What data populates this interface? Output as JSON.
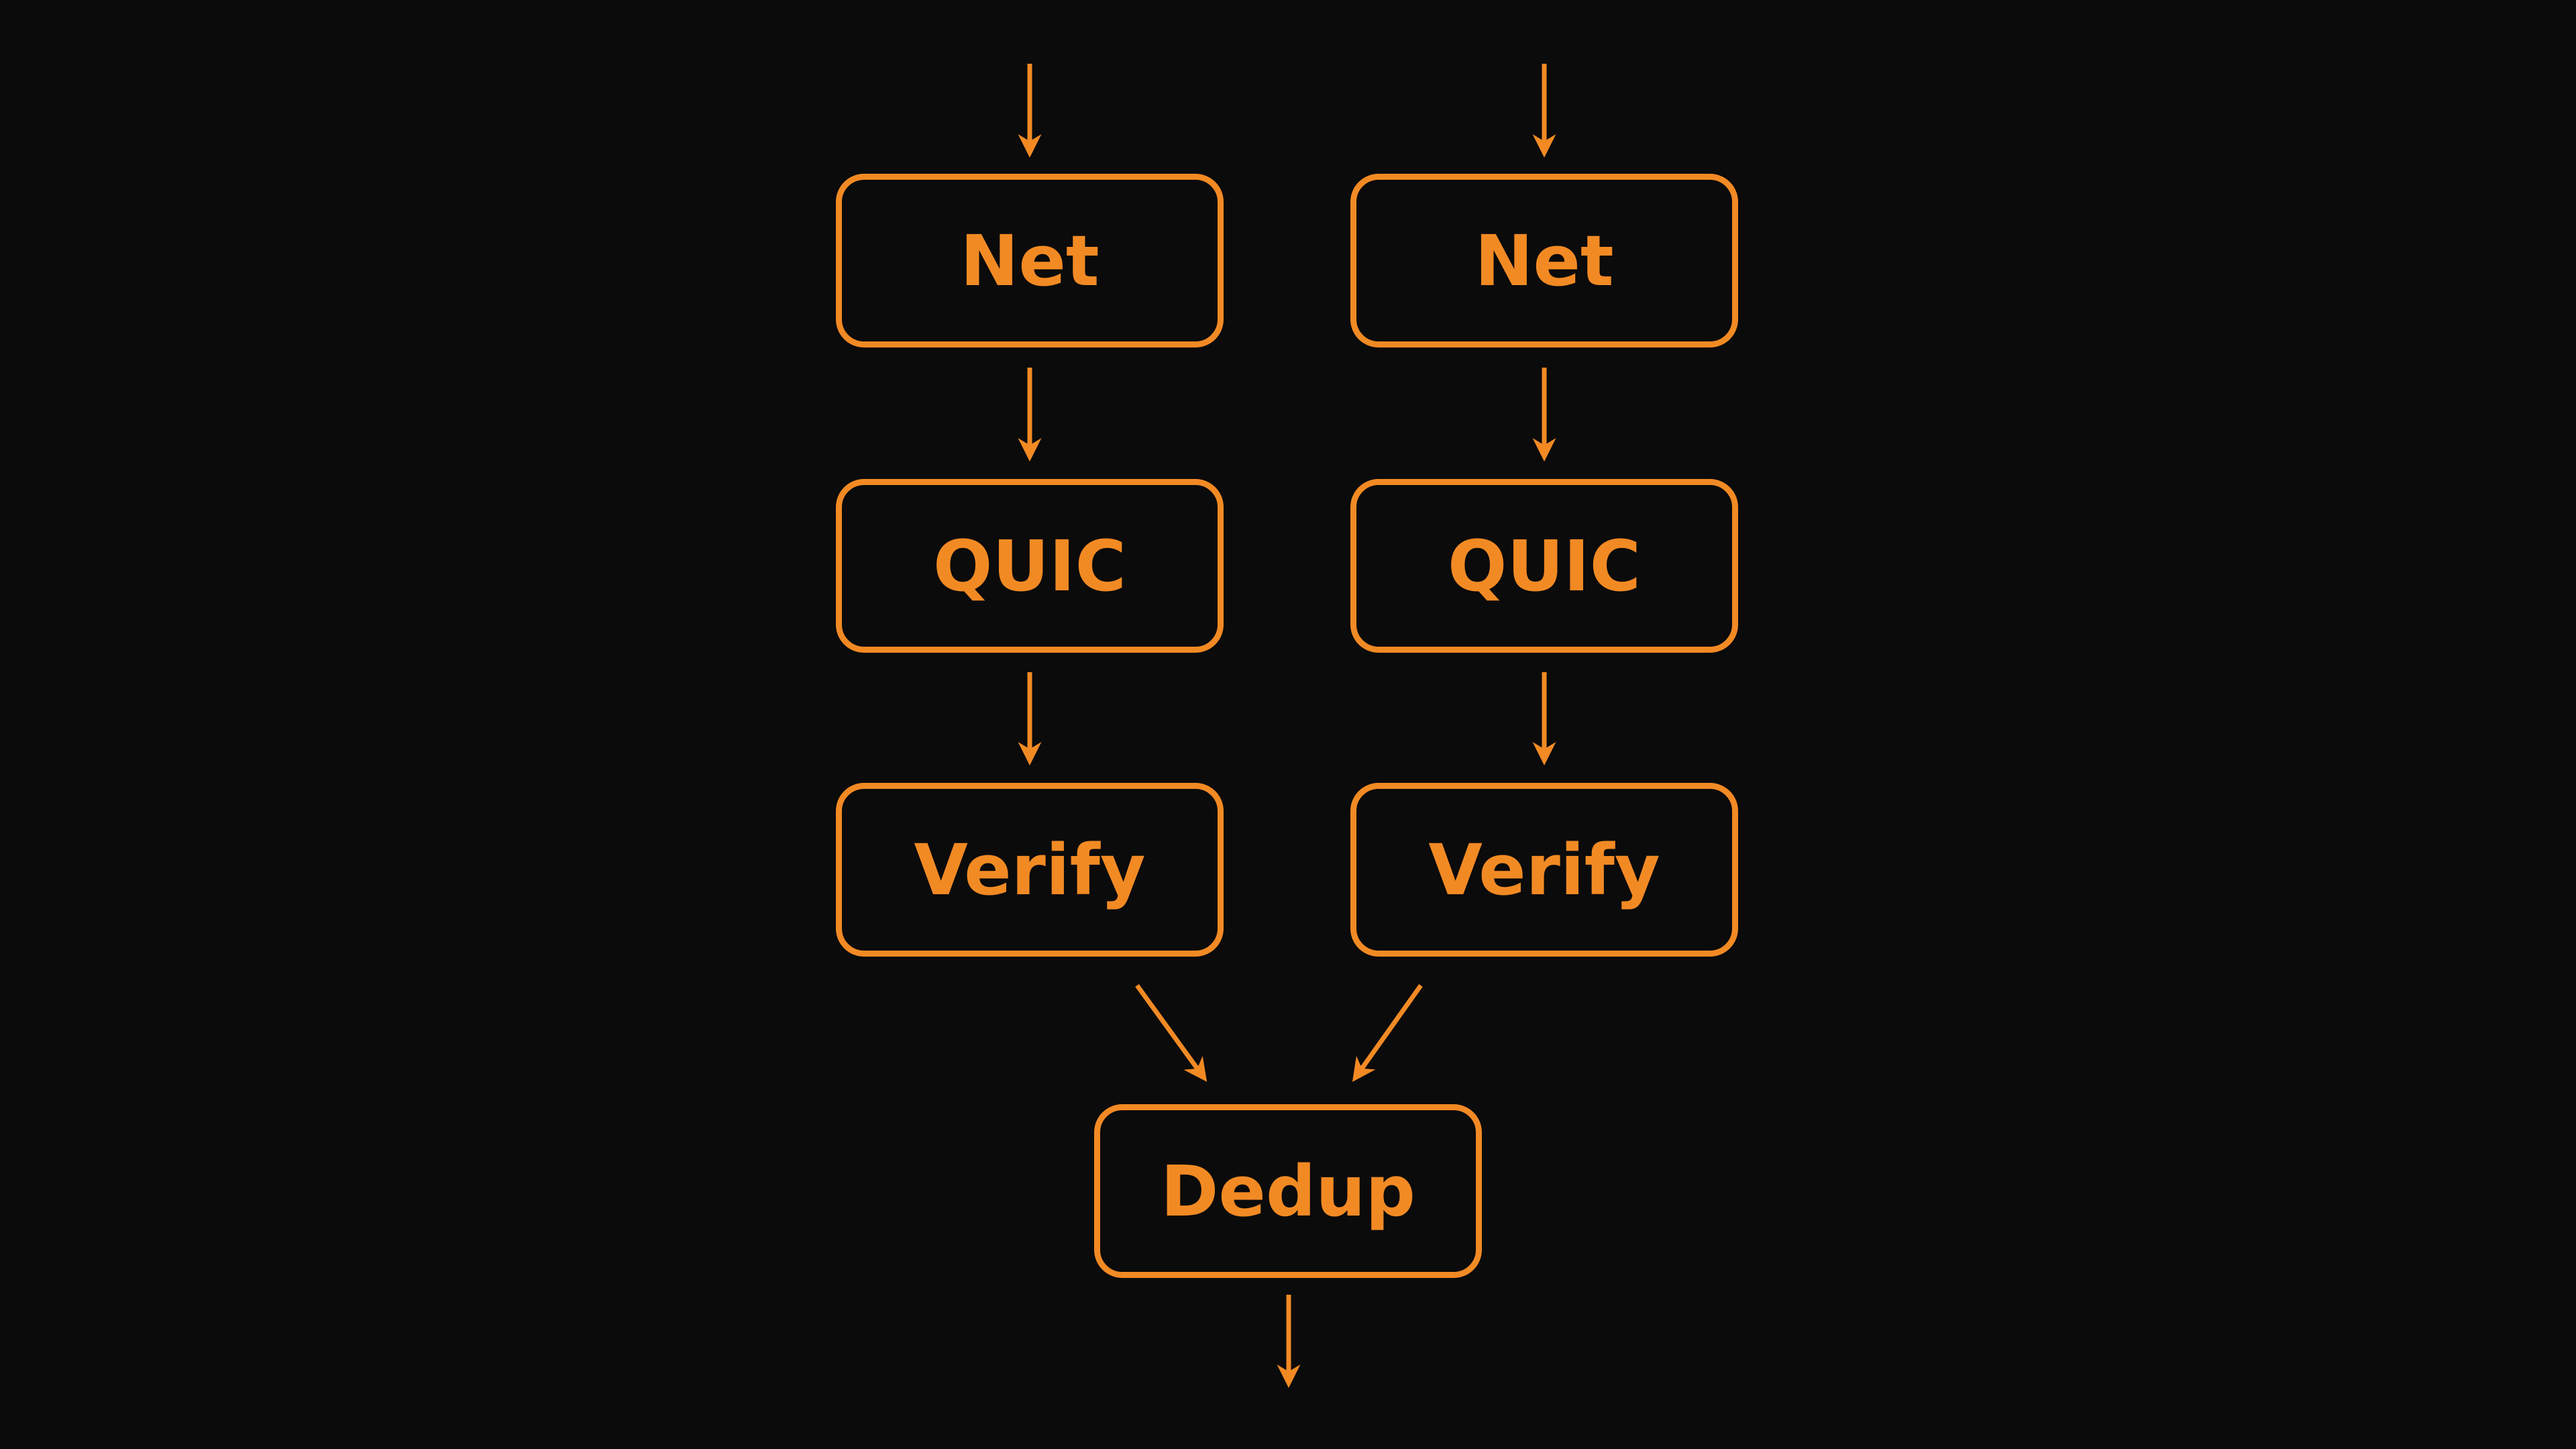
{
  "accent_color": "#f28a24",
  "nodes": {
    "net_left": "Net",
    "net_right": "Net",
    "quic_left": "QUIC",
    "quic_right": "QUIC",
    "verify_left": "Verify",
    "verify_right": "Verify",
    "dedup": "Dedup"
  }
}
